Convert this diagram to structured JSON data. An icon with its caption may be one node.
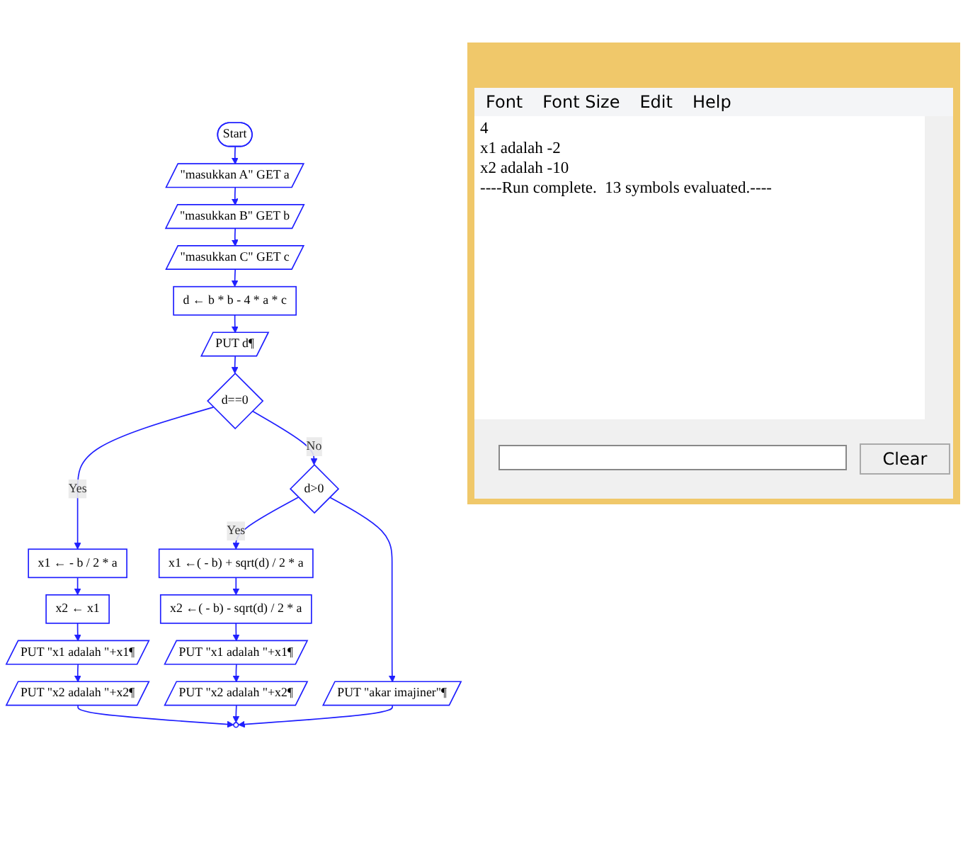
{
  "diagram": {
    "nodes": [
      {
        "text": [
          "Start"
        ]
      },
      {
        "text": [
          "\"masukkan A\" GET a"
        ]
      },
      {
        "text": [
          "\"masukkan B\" GET b"
        ]
      },
      {
        "text": [
          "\"masukkan C\" GET c"
        ]
      },
      {
        "text": [
          "d ← b * b - 4 * a * c"
        ]
      },
      {
        "text": [
          "PUT d¶"
        ]
      },
      {
        "text": [
          "d==0"
        ]
      },
      {
        "text": [
          "x1 ← - b / 2 * a"
        ]
      },
      {
        "text": [
          "x2 ← x1"
        ]
      },
      {
        "text": [
          "PUT \"x1 adalah \"+x1¶"
        ]
      },
      {
        "text": [
          "PUT \"x2 adalah \"+x2¶"
        ]
      },
      {
        "text": [
          "d>0"
        ]
      },
      {
        "text": [
          "x1 ←( - b) + sqrt(d) / 2 * a"
        ]
      },
      {
        "text": [
          "x2 ←( - b) - sqrt(d) / 2 * a"
        ]
      },
      {
        "text": [
          "PUT \"x1 adalah \"+x1¶"
        ]
      },
      {
        "text": [
          "PUT \"x2 adalah \"+x2¶"
        ]
      },
      {
        "text": [
          "PUT \"akar imajiner\"¶"
        ]
      },
      {
        "text": [],
        "shape": "circle"
      }
    ],
    "edges": [
      {
        "from": 0,
        "to": 1,
        "arrow": "to"
      },
      {
        "from": 1,
        "to": 2,
        "arrow": "to"
      },
      {
        "from": 2,
        "to": 3,
        "arrow": "to"
      },
      {
        "from": 3,
        "to": 4,
        "arrow": "to"
      },
      {
        "from": 4,
        "to": 5,
        "arrow": "to"
      },
      {
        "from": 5,
        "to": 6,
        "arrow": "to"
      },
      {
        "from": 6,
        "to": 7,
        "arrow": "to",
        "label": "Yes"
      },
      {
        "from": 7,
        "to": 8,
        "arrow": "to"
      },
      {
        "from": 8,
        "to": 9,
        "arrow": "to"
      },
      {
        "from": 9,
        "to": 10,
        "arrow": "to"
      },
      {
        "from": 6,
        "to": 11,
        "arrow": "to",
        "label": "No"
      },
      {
        "from": 11,
        "to": 12,
        "arrow": "to",
        "label": "Yes"
      },
      {
        "from": 12,
        "to": 13,
        "arrow": "to"
      },
      {
        "from": 13,
        "to": 14,
        "arrow": "to"
      },
      {
        "from": 14,
        "to": 15,
        "arrow": "to"
      },
      {
        "from": 11,
        "to": 16,
        "arrow": "to"
      },
      {
        "from": 10,
        "to": 17,
        "arrow": "to"
      },
      {
        "from": 15,
        "to": 17,
        "arrow": "to"
      },
      {
        "from": 16,
        "to": 17,
        "arrow": "to"
      }
    ],
    "labels": [
      "Font",
      "Font Size",
      "Edit",
      "Help",
      "4",
      "x1 adalah -2",
      "x2 adalah -10",
      "----Run complete.  13 symbols evaluated.----",
      "Clear"
    ]
  }
}
